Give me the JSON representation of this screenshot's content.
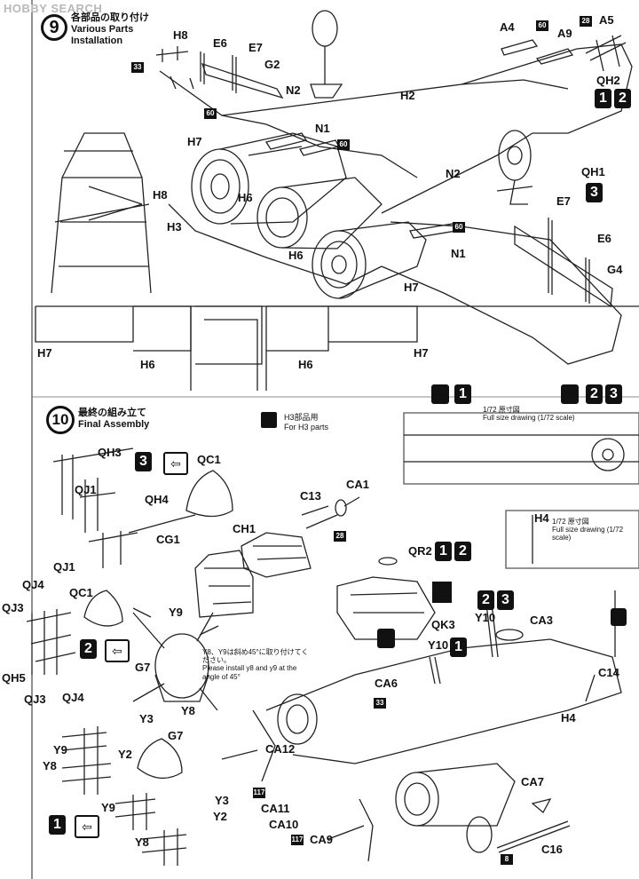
{
  "watermark": "HOBBY SEARCH",
  "step9": {
    "number": "9",
    "title_jp": "各部品の取り付け",
    "title_en1": "Various Parts",
    "title_en2": "Installation"
  },
  "step10": {
    "number": "10",
    "title_jp": "最終の組み立て",
    "title_en": "Final Assembly"
  },
  "step9_labels": {
    "H8a": "H8",
    "E6a": "E6",
    "E7a": "E7",
    "G2": "G2",
    "N2a": "N2",
    "A4": "A4",
    "A9": "A9",
    "A5": "A5",
    "QH2": "QH2",
    "H2": "H2",
    "H7a": "H7",
    "N1a": "N1",
    "H8b": "H8",
    "H6a": "H6",
    "H3": "H3",
    "N2b": "N2",
    "QH1": "QH1",
    "E7b": "E7",
    "E6b": "E6",
    "G4": "G4",
    "H6b": "H6",
    "N1b": "N1",
    "H7b": "H7",
    "H7c": "H7",
    "H6c": "H6",
    "H6d": "H6",
    "H7d": "H7"
  },
  "badges": {
    "b33a": "33",
    "b60a": "60",
    "b28a": "28",
    "b60b": "60",
    "b60c": "60",
    "b60d": "60",
    "b28b": "28",
    "b33b": "33",
    "b117a": "117",
    "b117b": "117",
    "b8": "8"
  },
  "options": {
    "opt12a": [
      "1",
      "2"
    ],
    "opt3a": [
      "3"
    ],
    "opt1b": [
      "1"
    ],
    "opt23a": [
      "2",
      "3"
    ],
    "opt3b": [
      "3"
    ],
    "opt2b": [
      "2"
    ],
    "opt12b": [
      "1",
      "2"
    ],
    "opt23b": [
      "2",
      "3"
    ],
    "opt1c": [
      "1"
    ],
    "opt1d": [
      "1"
    ]
  },
  "notes": {
    "h3_note_jp": "H3部品用",
    "h3_note_en": "For H3 parts",
    "fullsize_jp": "1/72 原寸図",
    "fullsize_en": "Full size drawing (1/72 scale)",
    "fullsize2_jp": "1/72 原寸図",
    "fullsize2_en": "Full size drawing (1/72 scale)",
    "y8y9_jp": "Y8、Y9は斜め45°に取り付けてください。",
    "y8y9_en": "Please install y8 and y9 at the angle of 45°"
  },
  "step10_labels": {
    "QH3": "QH3",
    "QJ1a": "QJ1",
    "QJ1b": "QJ1",
    "QC1a": "QC1",
    "QH4": "QH4",
    "C13": "C13",
    "CA1": "CA1",
    "CG1": "CG1",
    "CH1": "CH1",
    "H4a": "H4",
    "QR2": "QR2",
    "QJ4a": "QJ4",
    "QC1b": "QC1",
    "QJ3a": "QJ3",
    "QH5": "QH5",
    "QJ3b": "QJ3",
    "QJ4b": "QJ4",
    "Y9a": "Y9",
    "G7a": "G7",
    "Y8a": "Y8",
    "Y3a": "Y3",
    "G7b": "G7",
    "Y9b": "Y9",
    "Y2a": "Y2",
    "Y8b": "Y8",
    "Y9c": "Y9",
    "Y3b": "Y3",
    "Y2b": "Y2",
    "Y8c": "Y8",
    "QK3": "QK3",
    "Y10a": "Y10",
    "Y10b": "Y10",
    "CA3": "CA3",
    "CA6": "CA6",
    "H4b": "H4",
    "C14": "C14",
    "CA12": "CA12",
    "CA11": "CA11",
    "CA10": "CA10",
    "CA9": "CA9",
    "CA7": "CA7",
    "C16": "C16"
  }
}
